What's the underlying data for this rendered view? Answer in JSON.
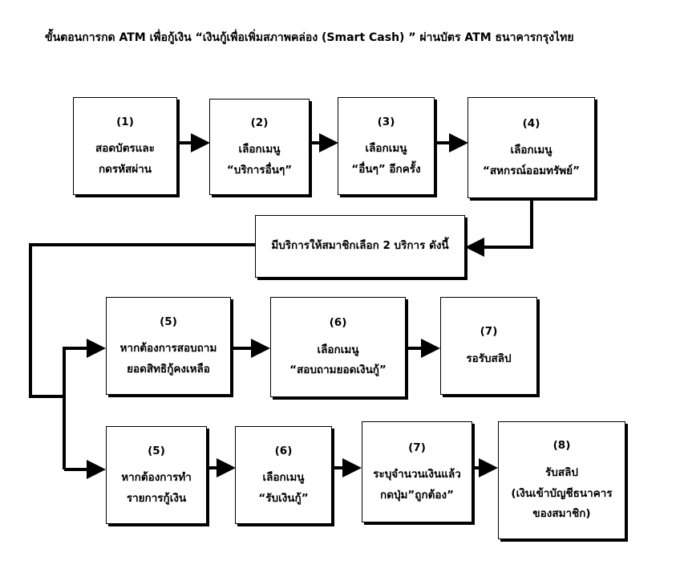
{
  "title": "ขั้นตอนการกด ATM เพื่อกู้เงิน “เงินกู้เพื่อเพิ่มสภาพคล่อง (Smart Cash) ” ผ่านบัตร ATM ธนาคารกรุงไทย",
  "steps_top": [
    {
      "num": "(1)",
      "line1": "สอดบัตรและ",
      "line2": "กดรหัสผ่าน"
    },
    {
      "num": "(2)",
      "line1": "เลือกเมนู",
      "line2": "“บริการอื่นๆ”"
    },
    {
      "num": "(3)",
      "line1": "เลือกเมนู",
      "line2": "“อื่นๆ” อีกครั้ง"
    },
    {
      "num": "(4)",
      "line1": "เลือกเมนู",
      "line2": "“สหกรณ์ออมทรัพย์”"
    }
  ],
  "middle": "มีบริการให้สมาชิกเลือก 2 บริการ ดังนี้",
  "branch_a": [
    {
      "num": "(5)",
      "line1": "หากต้องการสอบถาม",
      "line2": "ยอดสิทธิกู้คงเหลือ"
    },
    {
      "num": "(6)",
      "line1": "เลือกเมนู",
      "line2": "“สอบถามยอดเงินกู้”"
    },
    {
      "num": "(7)",
      "line1": "รอรับสลิป"
    }
  ],
  "branch_b": [
    {
      "num": "(5)",
      "line1": "หากต้องการทำ",
      "line2": "รายการกู้เงิน"
    },
    {
      "num": "(6)",
      "line1": "เลือกเมนู",
      "line2": "“รับเงินกู้”"
    },
    {
      "num": "(7)",
      "line1": "ระบุจำนวนเงินแล้ว",
      "line2": "กดปุ่ม”ถูกต้อง”"
    },
    {
      "num": "(8)",
      "line1": "รับสลิป",
      "line2": "(เงินเข้าบัญชีธนาคาร",
      "line3": "ของสมาชิก)"
    }
  ]
}
